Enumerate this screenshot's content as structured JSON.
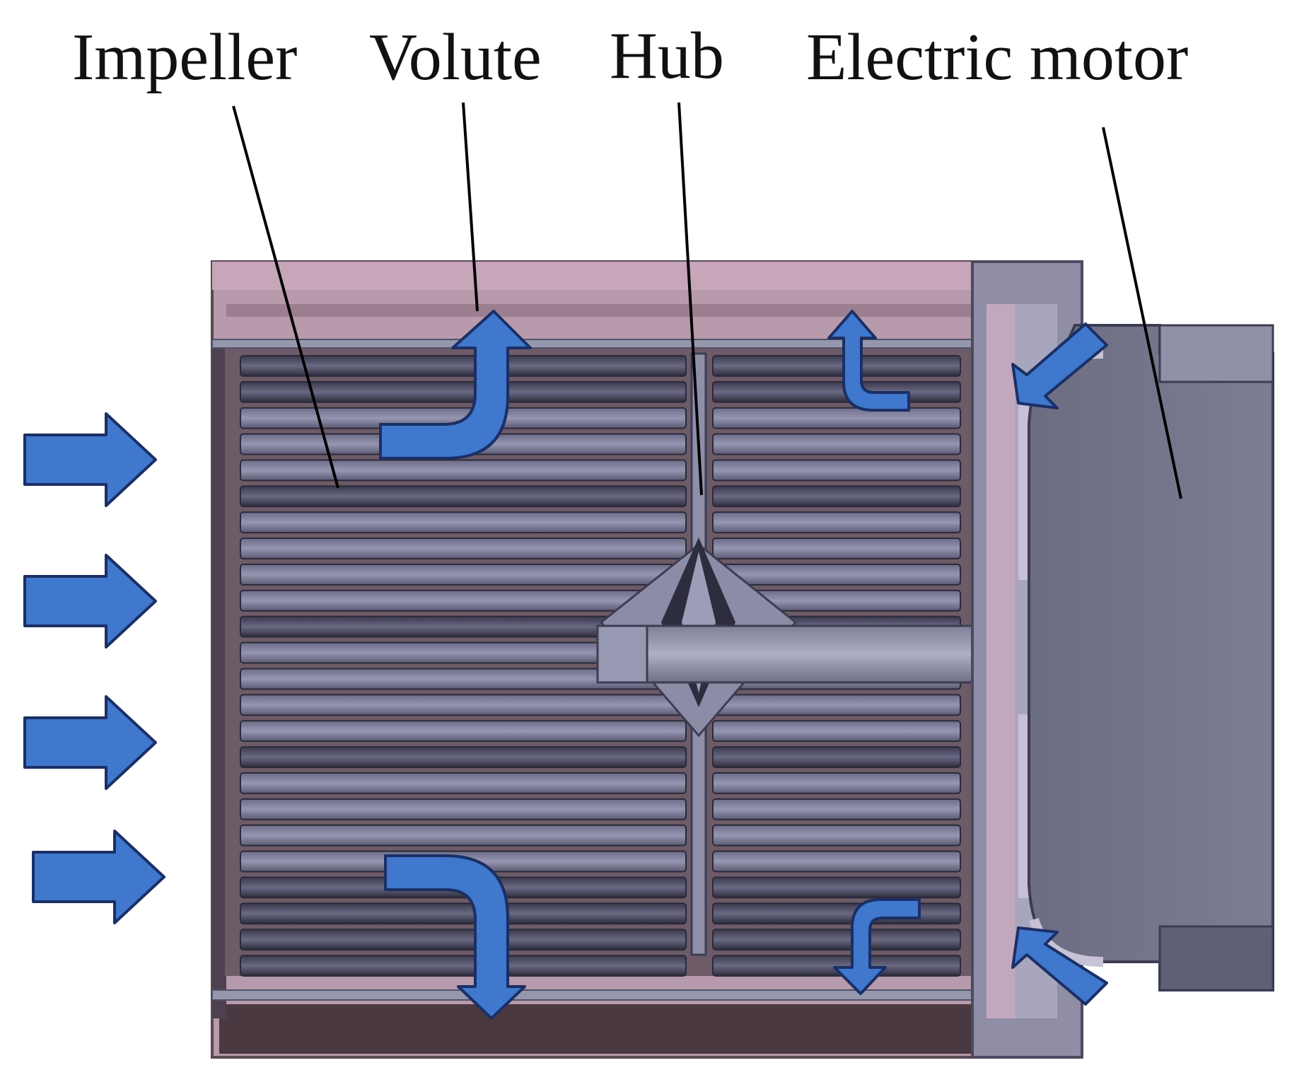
{
  "labels": {
    "impeller": "Impeller",
    "volute": "Volute",
    "hub": "Hub",
    "motor": "Electric motor"
  },
  "colors": {
    "flow_arrow": "#3f78cc",
    "flow_arrow_outline": "#1b2f66",
    "housing_outer": "#a88f9e",
    "housing_dark": "#4a3941",
    "frame": "#8c8ea6",
    "blade_light": "#8b8aa6",
    "blade_dark": "#2b2a3a",
    "motor_body": "#727389",
    "leader_line": "#000000"
  },
  "icons": [
    "inlet-flow-arrow",
    "outlet-flow-arrow",
    "motor-cooling-arrow"
  ]
}
